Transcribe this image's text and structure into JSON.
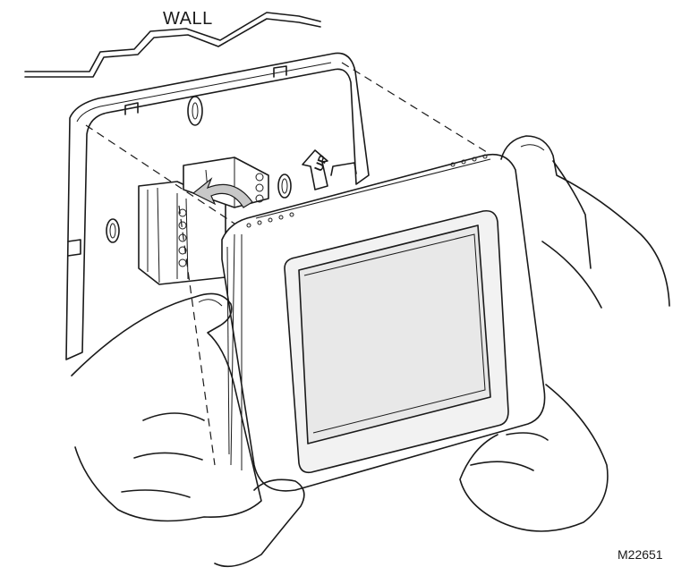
{
  "labels": {
    "wall": "WALL",
    "up": "UP",
    "figure_id": "M22651"
  },
  "colors": {
    "line": "#1a1a1a",
    "screen": "#e8e8e8",
    "screen_border": "#f2f2f2",
    "arrow": "#c8c8c8",
    "background": "#ffffff"
  }
}
